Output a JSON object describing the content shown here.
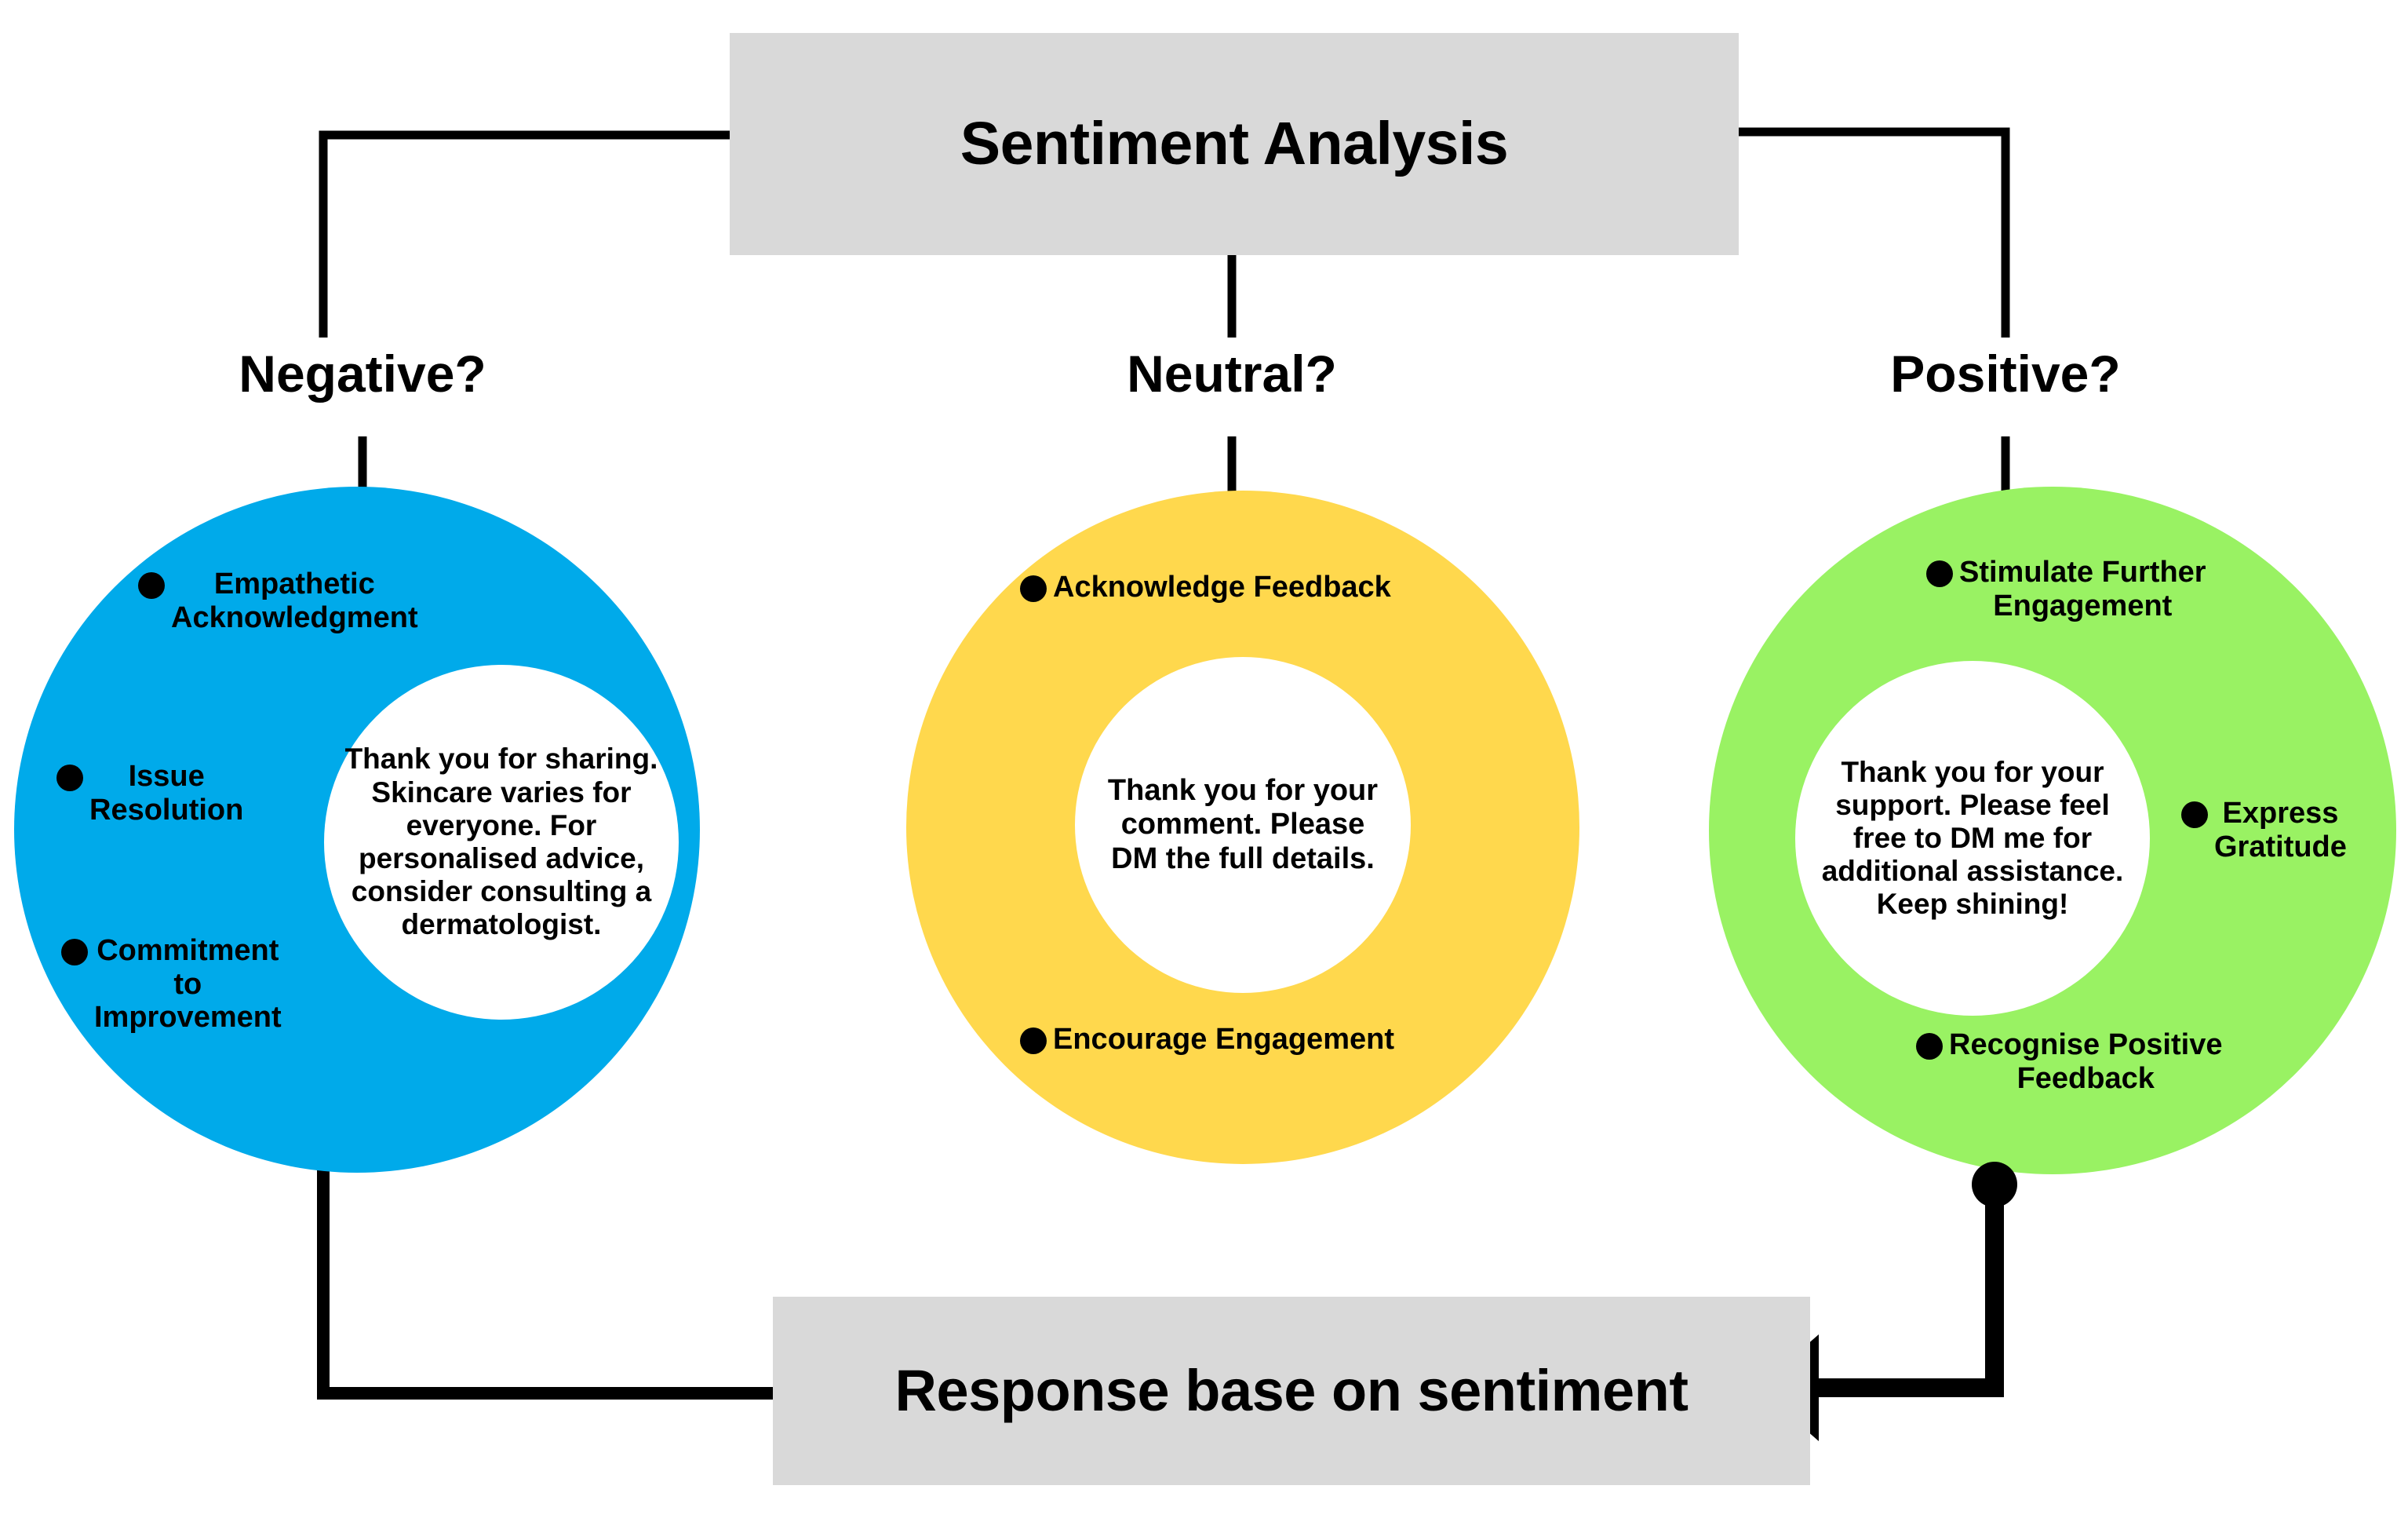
{
  "diagram": {
    "title": "Sentiment Analysis",
    "result_label": "Response base on sentiment",
    "line_color": "#000000",
    "box_fill": "#d9d9d9"
  },
  "branches": [
    {
      "key": "negative",
      "label": "Negative?",
      "color": "#00AAEA",
      "response": "Thank you for sharing. Skincare varies for everyone. For personalised advice,  consider consulting a dermatologist.",
      "bullets": [
        "Empathetic\nAcknowledgment",
        "Issue\nResolution",
        "Commitment\nto\nImprovement"
      ]
    },
    {
      "key": "neutral",
      "label": "Neutral?",
      "color": "#FFD84D",
      "response": "Thank you for your comment. Please DM the full details.",
      "bullets": [
        "Acknowledge Feedback",
        "Encourage Engagement"
      ]
    },
    {
      "key": "positive",
      "label": "Positive?",
      "color": "#99F263",
      "response": "Thank you for your support. Please feel free to DM me for additional assistance. Keep shining!",
      "bullets": [
        "Stimulate Further\nEngagement",
        "Express\nGratitude",
        "Recognise Positive\nFeedback"
      ]
    }
  ]
}
